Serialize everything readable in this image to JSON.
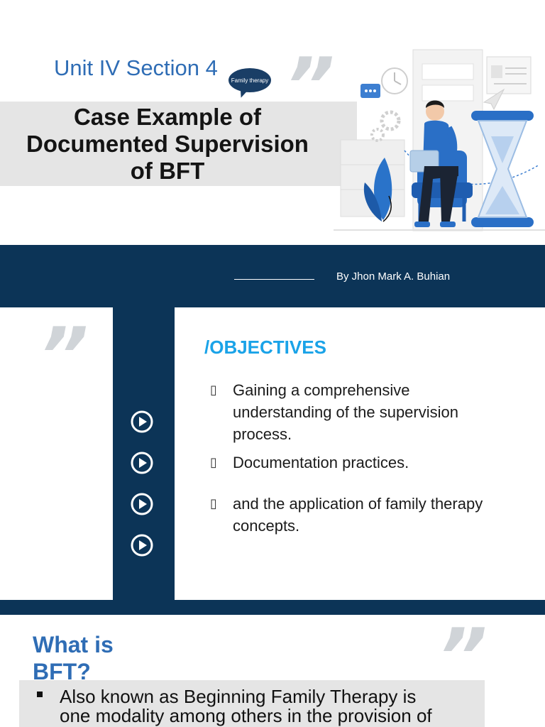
{
  "slide1": {
    "unit_label": "Unit IV Section 4",
    "bubble_label": "Family therapy",
    "title_lines": [
      "Case Example of",
      "Documented Supervision",
      "of BFT"
    ],
    "quote_mark": "”"
  },
  "slide2": {
    "author": "By Jhon Mark A. Buhian",
    "objectives_title": "/OBJECTIVES",
    "objectives": [
      {
        "bullet": "▯",
        "lines": [
          "Gaining a comprehensive",
          "understanding of the supervision",
          "process."
        ]
      },
      {
        "bullet": "▯",
        "lines": [
          "Documentation practices."
        ]
      },
      {
        "bullet": "▯",
        "lines": [
          "and the application of family therapy",
          "concepts."
        ]
      }
    ],
    "quote_mark": "”",
    "play_icon_count": 4
  },
  "slide3": {
    "title_lines": [
      "What is",
      "BFT?"
    ],
    "bullet_text_lines": [
      "Also known as Beginning Family Therapy is",
      "one modality among others in the provision of"
    ],
    "quote_mark": "”"
  },
  "colors": {
    "navy": "#0c3457",
    "heading_blue": "#2f6db5",
    "objectives_blue": "#1aa3e8",
    "band_gray": "#e5e5e5",
    "quote_gray": "#d0d4d8"
  }
}
